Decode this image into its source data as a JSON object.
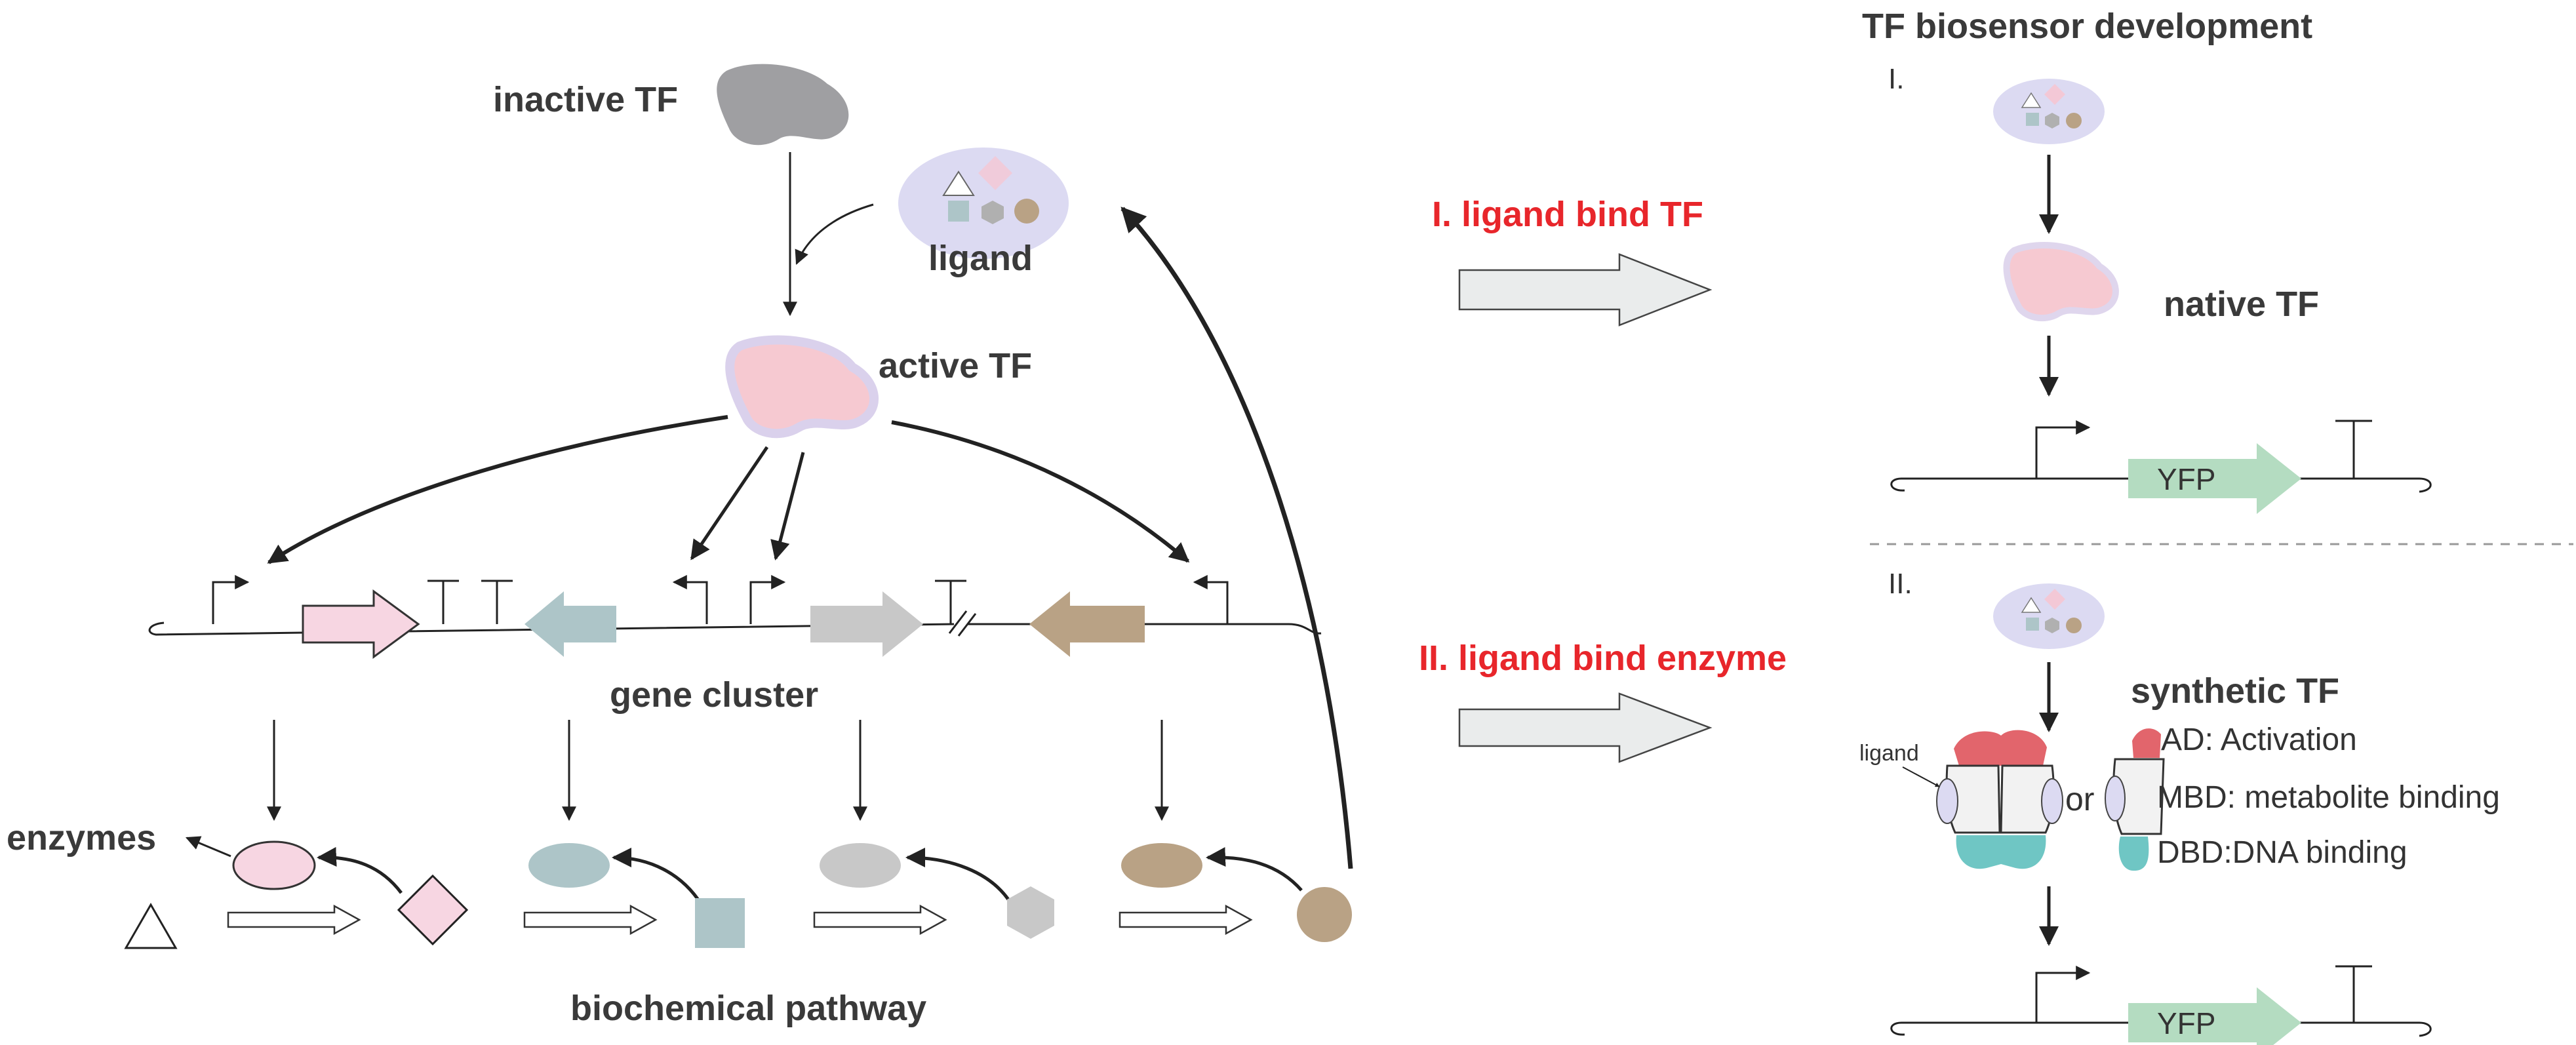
{
  "left": {
    "inactive_tf": "inactive TF",
    "ligand": "ligand",
    "active_tf": "active TF",
    "gene_cluster": "gene cluster",
    "enzymes": "enzymes",
    "biochemical_pathway": "biochemical pathway"
  },
  "middle": {
    "step1": "I. ligand bind TF",
    "step2": "II. ligand bind enzyme"
  },
  "right": {
    "title": "TF biosensor development",
    "section1": {
      "numeral": "I.",
      "native_tf": "native TF",
      "reporter": "YFP"
    },
    "section2": {
      "numeral": "II.",
      "synthetic_tf": "synthetic TF",
      "ad": "AD: Activation",
      "mbd": "MBD: metabolite binding",
      "dbd": "DBD:DNA binding",
      "ligand": "ligand",
      "or": "or",
      "reporter": "YFP"
    }
  },
  "colors": {
    "pink": "#f7d6e2",
    "blue": "#adc5c8",
    "gray": "#c8c8c8",
    "brown": "#b9a285",
    "yfp": "#b4dcc1",
    "lavender": "#dcdaf2",
    "red_text": "#e8262b",
    "ad_red": "#e2656c",
    "dbd_teal": "#6fc6c4"
  }
}
